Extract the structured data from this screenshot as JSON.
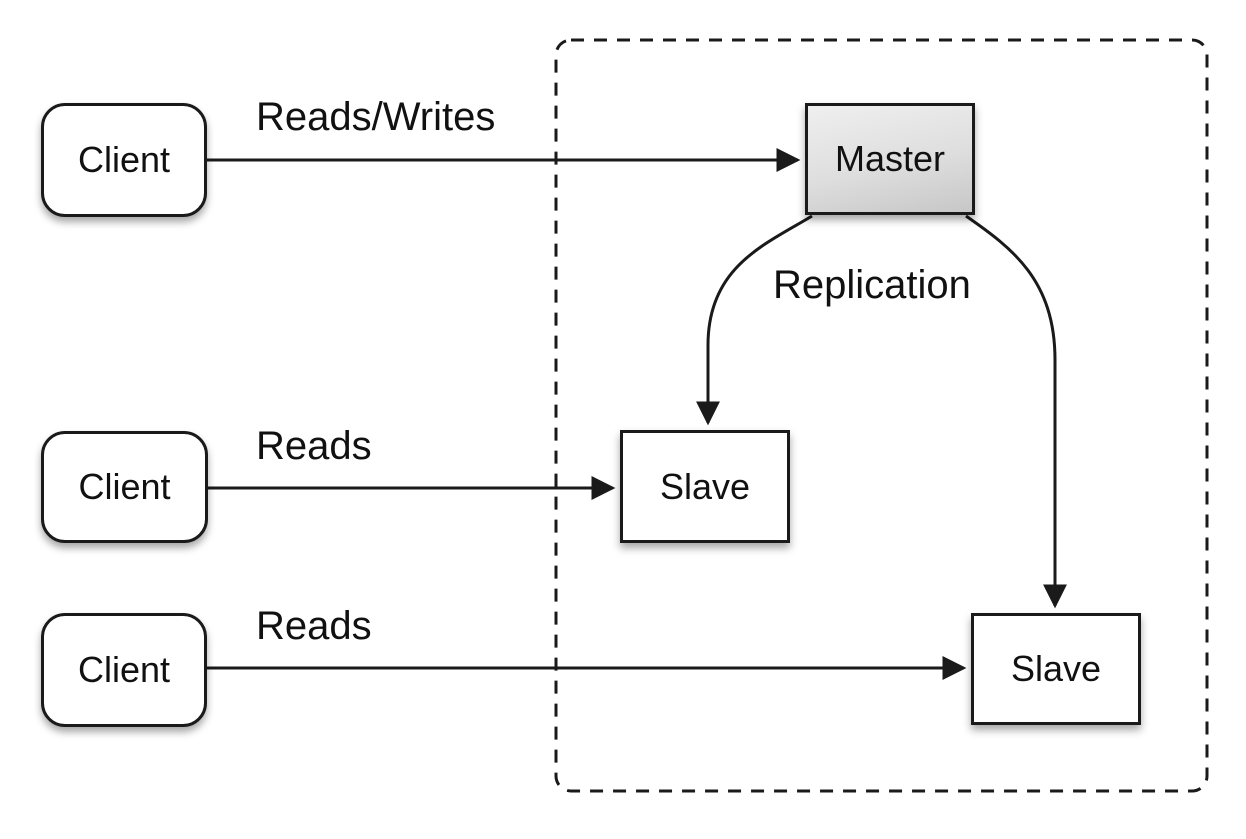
{
  "diagram": {
    "kind": "master-slave-replication-topology",
    "clients": [
      {
        "label": "Client"
      },
      {
        "label": "Client"
      },
      {
        "label": "Client"
      }
    ],
    "master": {
      "label": "Master"
    },
    "slaves": [
      {
        "label": "Slave"
      },
      {
        "label": "Slave"
      }
    ],
    "edges": {
      "client1_to_master": {
        "label": "Reads/Writes"
      },
      "client2_to_slave1": {
        "label": "Reads"
      },
      "client3_to_slave2": {
        "label": "Reads"
      },
      "master_to_slaves": {
        "label": "Replication"
      }
    },
    "colors": {
      "background": "#ffffff",
      "stroke": "#1a1a1a",
      "node_fill": "#ffffff",
      "master_fill_top": "#efefef",
      "master_fill_bottom": "#c7c7c7",
      "text": "#111111"
    }
  }
}
